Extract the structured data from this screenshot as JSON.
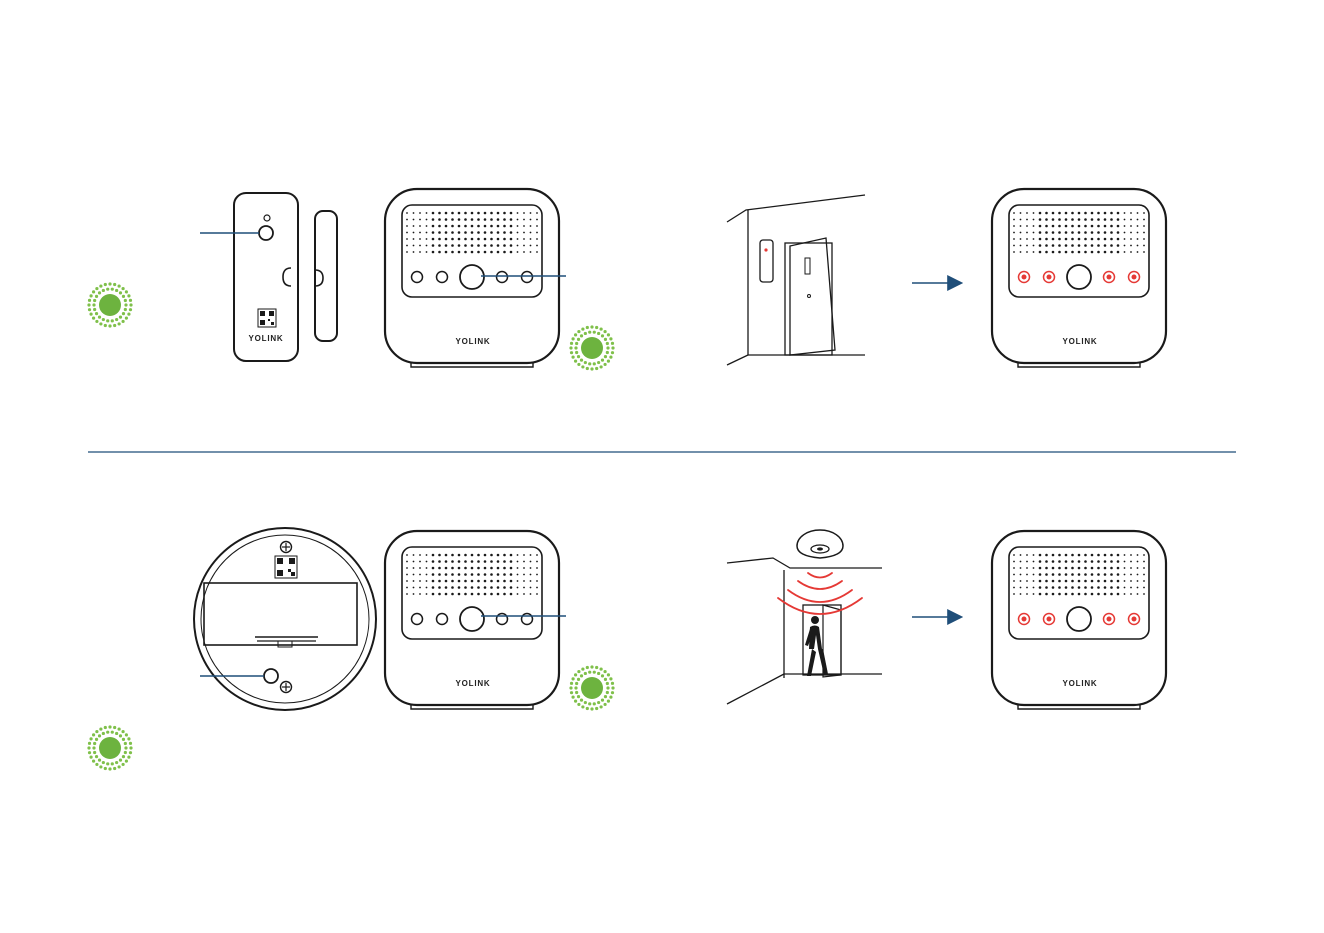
{
  "brand": {
    "logo_text": "YOLINK"
  },
  "colors": {
    "line": "#1a1a1a",
    "callout": "#1f4e79",
    "divider": "#1f4e79",
    "arrow": "#1f4e79",
    "led_green": "#6db33f",
    "led_green_ring": "#7fc04a",
    "alert_red": "#e53935"
  },
  "rows": [
    {
      "sensor": "door-sensor",
      "hub_led_state": "off",
      "scene": "door-open",
      "alarm_led_state": "red"
    },
    {
      "sensor": "motion-sensor",
      "hub_led_state": "off",
      "scene": "motion-detected",
      "alarm_led_state": "red"
    }
  ],
  "icons": {
    "green_led": "green-blink-icon",
    "arrow": "arrow-right-icon",
    "motion": "motion-waves-icon",
    "person": "walking-person-icon"
  }
}
